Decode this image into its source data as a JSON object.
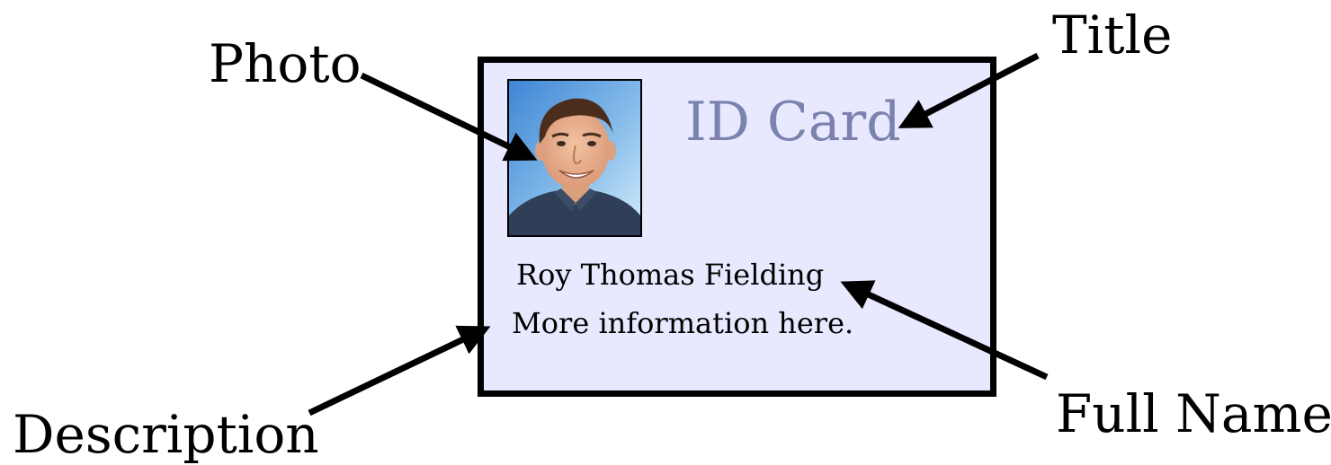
{
  "card": {
    "title": "ID Card",
    "full_name": "Roy Thomas Fielding",
    "description": "More information here.",
    "background_color": "#e8e8ff",
    "title_color": "#7b82ad"
  },
  "callouts": {
    "photo": "Photo",
    "title": "Title",
    "full_name": "Full Name",
    "description": "Description"
  }
}
